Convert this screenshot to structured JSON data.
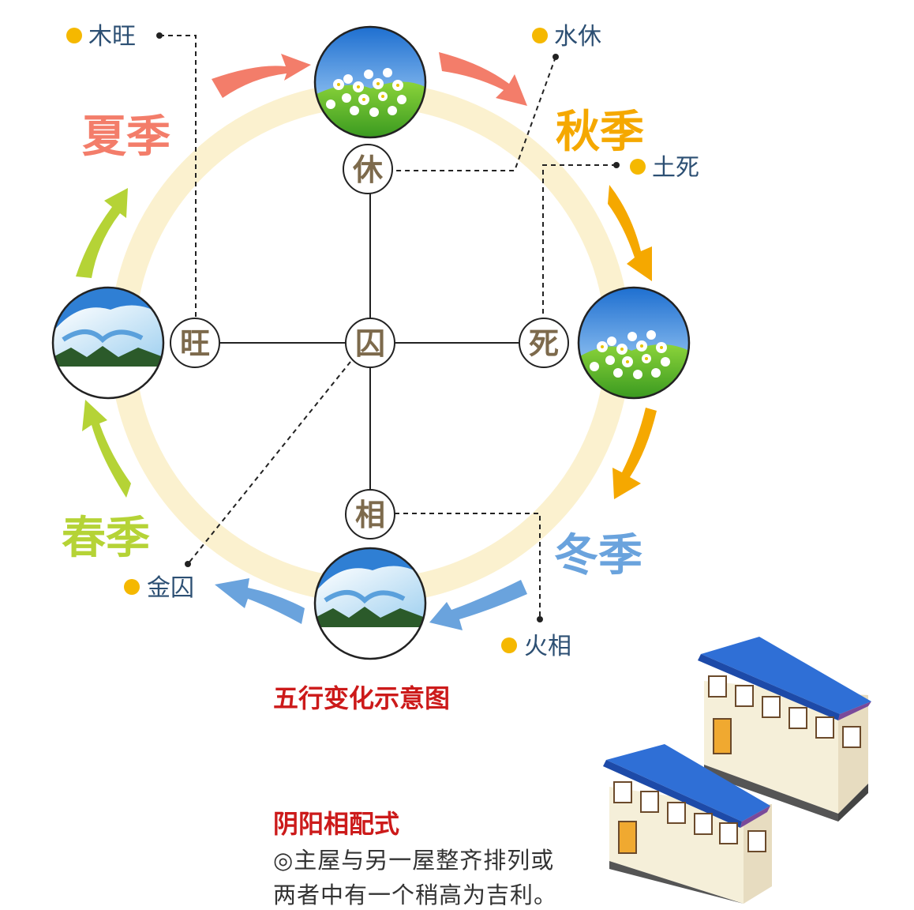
{
  "seasons": {
    "summer": "夏季",
    "autumn": "秋季",
    "winter": "冬季",
    "spring": "春季"
  },
  "states": {
    "top": "休",
    "left": "旺",
    "center": "囚",
    "right": "死",
    "bottom": "相"
  },
  "annotations": {
    "wood": "木旺",
    "water": "水休",
    "earth": "土死",
    "metal": "金囚",
    "fire": "火相"
  },
  "caption": "五行变化示意图",
  "note": {
    "title": "阴阳相配式",
    "line1": "◎主屋与另一屋整齐排列或",
    "line2": "两者中有一个稍高为吉利。"
  },
  "colors": {
    "summer": "#f37d6a",
    "autumn": "#f5a800",
    "winter": "#6aa3dd",
    "spring": "#b5d336",
    "dot": "#f5b800",
    "ring": "#fbf1cf"
  }
}
